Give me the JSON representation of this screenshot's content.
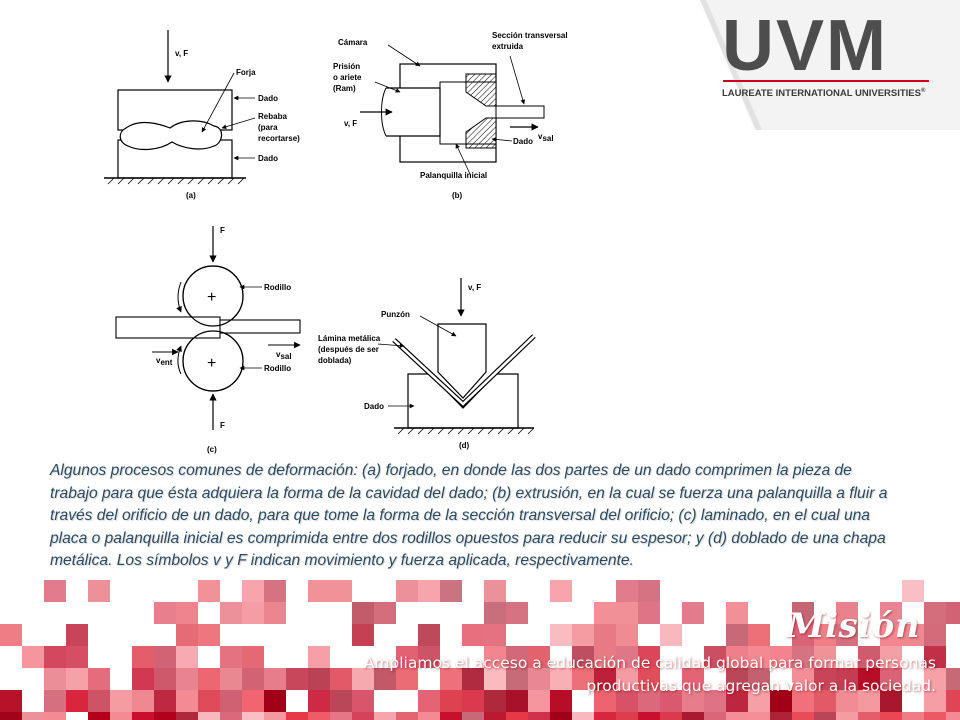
{
  "brand": {
    "logo_text": "UVM",
    "tagline": "LAUREATE INTERNATIONAL UNIVERSITIES",
    "registered_mark": "®",
    "accent_color": "#d0021b",
    "logo_gray": "#4d4d4d"
  },
  "figure": {
    "a": {
      "vF": "v, F",
      "forja": "Forja",
      "dado_top": "Dado",
      "rebaba": "Rebaba",
      "para": "(para",
      "recortarse": "recortarse)",
      "dado_bottom": "Dado",
      "caption": "(a)"
    },
    "b": {
      "camara": "Cámara",
      "prision_1": "Prisión",
      "prision_2": "o ariete",
      "prision_3": "(Ram)",
      "vF": "v, F",
      "seccion_1": "Sección transversal",
      "seccion_2": "extruida",
      "dado": "Dado",
      "vsal": "v",
      "vsal_sub": "sal",
      "palanquilla": "Palanquilla inicial",
      "caption": "(b)"
    },
    "c": {
      "F_top": "F",
      "rodillo_top": "Rodillo",
      "plus_top": "+",
      "vent": "v",
      "vent_sub": "ent",
      "vsal": "v",
      "vsal_sub": "sal",
      "plus_bottom": "+",
      "rodillo_bottom": "Rodillo",
      "F_bottom": "F",
      "caption": "(c)"
    },
    "d": {
      "vF": "v, F",
      "punzon": "Punzón",
      "lamina_1": "Lámina metálica",
      "lamina_2": "(después de ser",
      "lamina_3": "doblada)",
      "dado": "Dado",
      "caption": "(d)"
    }
  },
  "caption": {
    "text": "Algunos procesos comunes de deformación: (a) forjado, en donde las dos partes de un dado comprimen la pieza de trabajo para que ésta adquiera la forma de la cavidad del dado; (b) extrusión, en la cual se fuerza una palanquilla a fluir a través del orificio de un dado, para que tome la forma de la sección transversal del orificio; (c) laminado, en el cual una placa o palanquilla inicial es comprimida entre dos rodillos opuestos para reducir su espesor; y (d) doblado de una chapa metálica. Los símbolos v y F indican movimiento y fuerza aplicada, respectivamente.",
    "color": "#2b4a5f"
  },
  "mision": {
    "title": "Misión",
    "line_1": "Ampliamos el acceso a educación de calidad global para formar personas",
    "line_2": "productivas que agregan valor a la sociedad."
  },
  "footer_palette": [
    "#b3001b",
    "#c8102e",
    "#d7263d",
    "#e63946",
    "#ef5b67",
    "#f48b94",
    "#a00018",
    "#dc3545"
  ]
}
